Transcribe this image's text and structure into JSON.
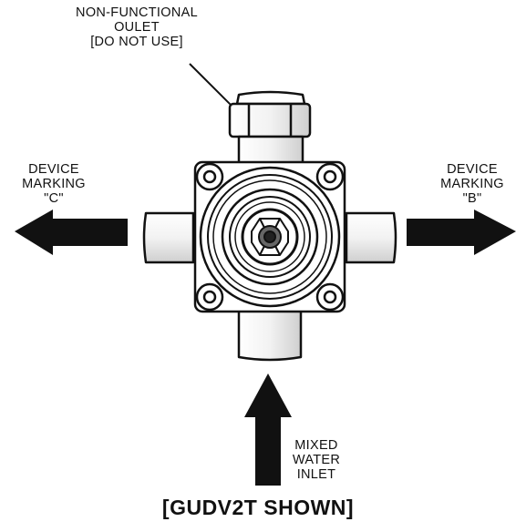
{
  "labels": {
    "top": [
      "NON-FUNCTIONAL",
      "OULET",
      "[DO NOT USE]"
    ],
    "left": [
      "DEVICE",
      "MARKING",
      "\"C\""
    ],
    "right": [
      "DEVICE",
      "MARKING",
      "\"B\""
    ],
    "bottom": [
      "MIXED",
      "WATER",
      "INLET"
    ]
  },
  "caption": "[GUDV2T SHOWN]",
  "colors": {
    "ink": "#111111",
    "fill": "#ffffff"
  }
}
